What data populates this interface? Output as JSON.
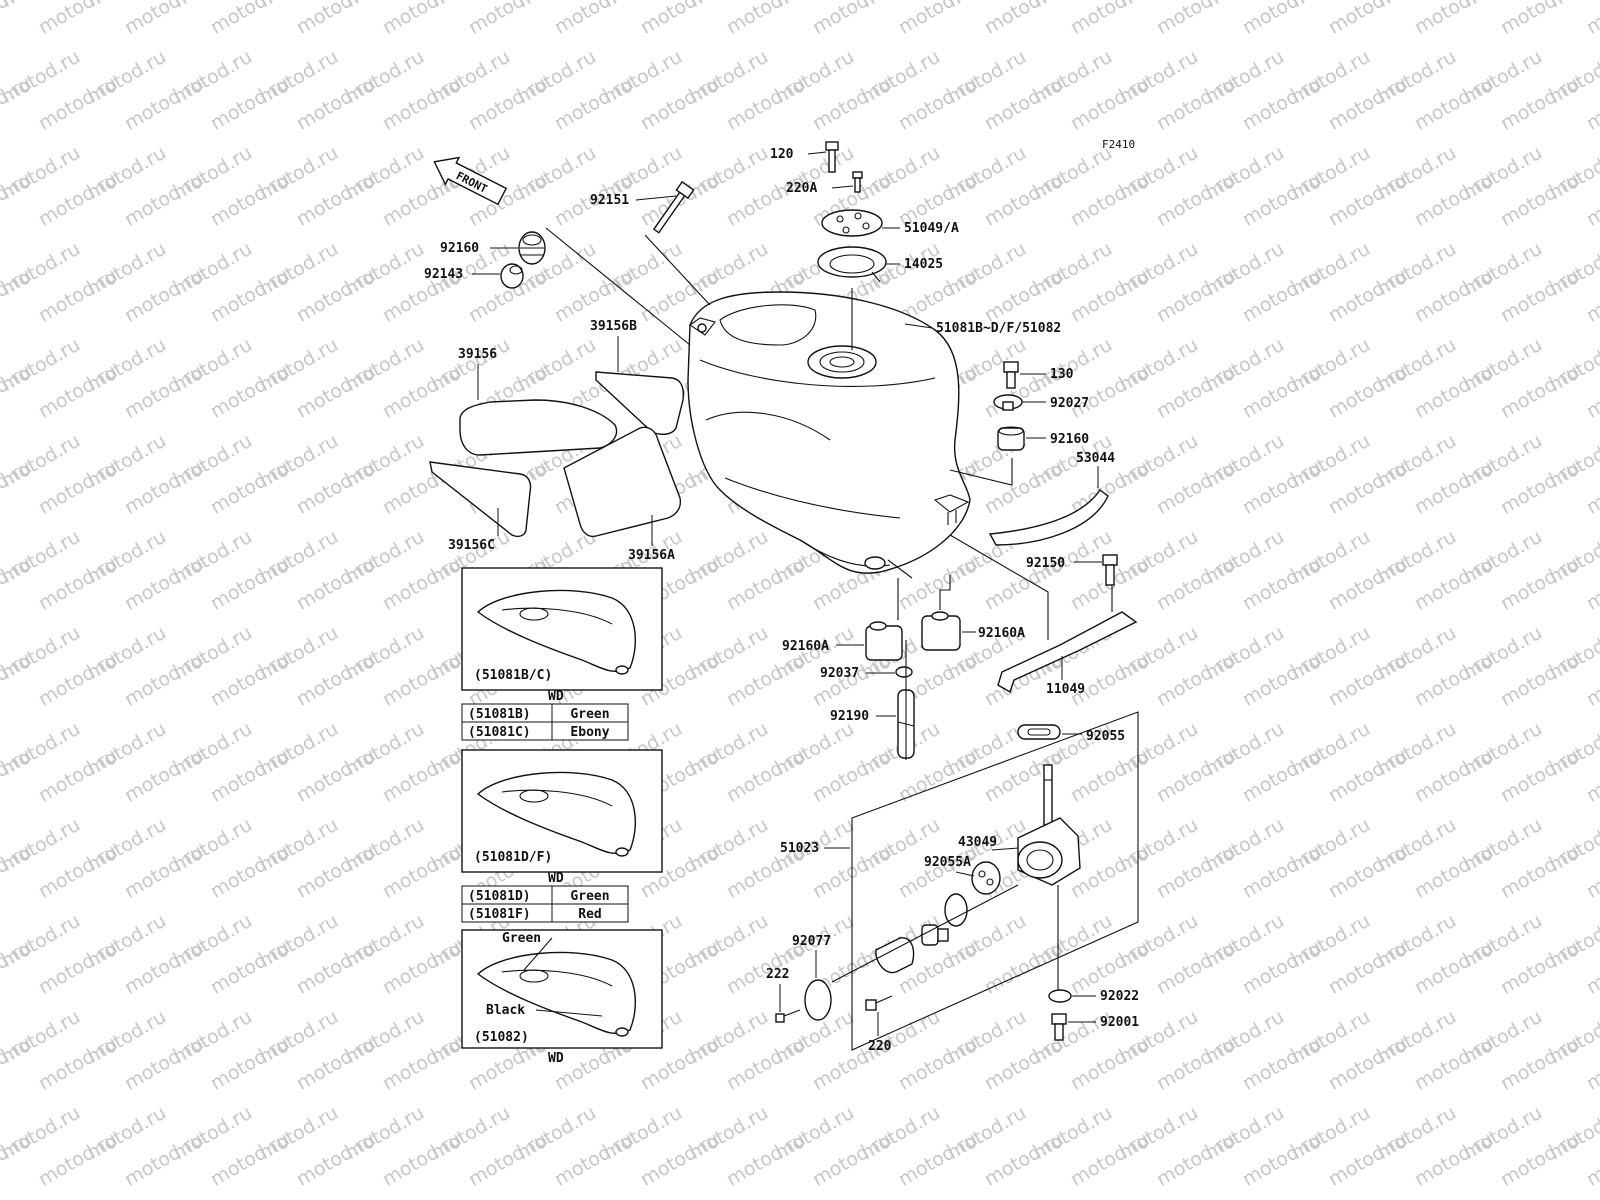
{
  "diagram": {
    "figure_code": "F2410",
    "watermark": "motod.ru",
    "front_label": "FRONT",
    "parts": [
      {
        "id": "p120",
        "number": "120"
      },
      {
        "id": "p220A",
        "number": "220A"
      },
      {
        "id": "p92151",
        "number": "92151"
      },
      {
        "id": "p51049",
        "number": "51049/A"
      },
      {
        "id": "p92160a",
        "number": "92160"
      },
      {
        "id": "p14025",
        "number": "14025"
      },
      {
        "id": "p92143",
        "number": "92143"
      },
      {
        "id": "p51081",
        "number": "51081B~D/F/51082"
      },
      {
        "id": "p39156B",
        "number": "39156B"
      },
      {
        "id": "p39156",
        "number": "39156"
      },
      {
        "id": "p130",
        "number": "130"
      },
      {
        "id": "p92027",
        "number": "92027"
      },
      {
        "id": "p92160b",
        "number": "92160"
      },
      {
        "id": "p53044",
        "number": "53044"
      },
      {
        "id": "p39156C",
        "number": "39156C"
      },
      {
        "id": "p39156A",
        "number": "39156A"
      },
      {
        "id": "p92150",
        "number": "92150"
      },
      {
        "id": "p92160A1",
        "number": "92160A"
      },
      {
        "id": "p92160A2",
        "number": "92160A"
      },
      {
        "id": "p92037",
        "number": "92037"
      },
      {
        "id": "p11049",
        "number": "11049"
      },
      {
        "id": "p92190",
        "number": "92190"
      },
      {
        "id": "p92055",
        "number": "92055"
      },
      {
        "id": "p51023",
        "number": "51023"
      },
      {
        "id": "p43049",
        "number": "43049"
      },
      {
        "id": "p92055A",
        "number": "92055A"
      },
      {
        "id": "p92077",
        "number": "92077"
      },
      {
        "id": "p222",
        "number": "222"
      },
      {
        "id": "p92022",
        "number": "92022"
      },
      {
        "id": "p92001",
        "number": "92001"
      },
      {
        "id": "p220",
        "number": "220"
      }
    ],
    "variants": [
      {
        "caption": "(51081B/C)",
        "note": "WD",
        "rows": [
          {
            "code": "(51081B)",
            "color": "Green"
          },
          {
            "code": "(51081C)",
            "color": "Ebony"
          }
        ]
      },
      {
        "caption": "(51081D/F)",
        "note": "WD",
        "rows": [
          {
            "code": "(51081D)",
            "color": "Green"
          },
          {
            "code": "(51081F)",
            "color": "Red"
          }
        ]
      },
      {
        "caption": "(51082)",
        "note": "WD",
        "callouts": [
          "Green",
          "Black"
        ]
      }
    ]
  }
}
